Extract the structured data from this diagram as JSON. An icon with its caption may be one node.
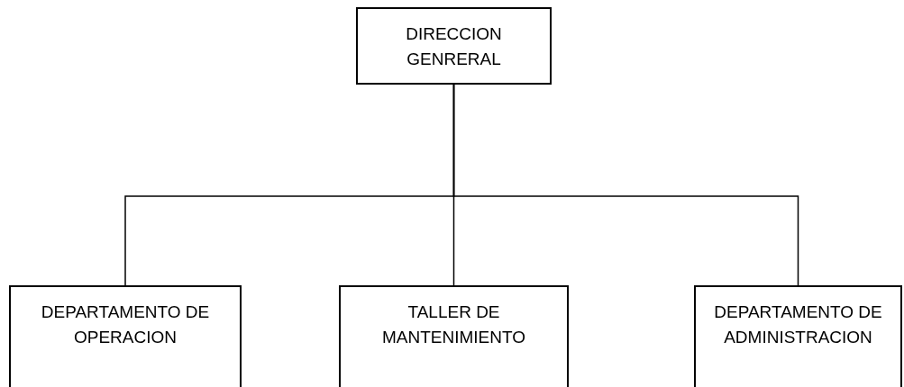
{
  "diagram": {
    "nodes": [
      {
        "text": [
          "DIRECCION GENRERAL"
        ]
      },
      {
        "text": [
          "DEPARTAMENTO DE OPERACION"
        ]
      },
      {
        "text": [
          "TALLER DE MANTENIMIENTO"
        ]
      },
      {
        "text": [
          "DEPARTAMENTO DE ADMINISTRACION"
        ]
      }
    ],
    "edges": [
      {
        "from": 0,
        "to": 1,
        "arrow": "none"
      },
      {
        "from": 0,
        "to": 2,
        "arrow": "none"
      },
      {
        "from": 0,
        "to": 3,
        "arrow": "none"
      }
    ]
  }
}
